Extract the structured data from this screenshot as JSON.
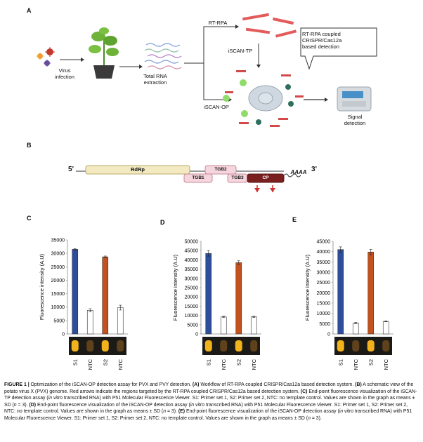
{
  "panel_a": {
    "letter": "A",
    "virus_infection": "Virus\ninfection",
    "total_rna": "Total RNA\nextraction",
    "rt_rpa": "RT-RPA",
    "iscan_tp": "iSCAN-TP",
    "iscan_op": "iSCAN-OP",
    "callout": "RT-RPA coupled\nCRISPR/Cas12a\nbased detection",
    "signal_detection": "Signal\ndetection"
  },
  "panel_b": {
    "letter": "B",
    "five_prime": "5'",
    "three_prime": "3'",
    "poly_a": "AAAA",
    "genes": {
      "rdrp": "RdRp",
      "tgb1": "TGB1",
      "tgb2": "TGB2",
      "tgb3": "TGB3",
      "cp": "CP"
    }
  },
  "chart_data": [
    {
      "panel": "C",
      "type": "bar",
      "ylabel": "Fluorescence intensity (A.U)",
      "ylim": [
        0,
        35000
      ],
      "yticks": [
        0,
        5000,
        10000,
        15000,
        20000,
        25000,
        30000,
        35000
      ],
      "categories": [
        "S1",
        "NTC",
        "S2",
        "NTC"
      ],
      "values": [
        31500,
        8800,
        28700,
        9800
      ],
      "errors": [
        300,
        600,
        300,
        900
      ],
      "colors": [
        "#2e4e9c",
        "#ffffff",
        "#c4521e",
        "#ffffff"
      ]
    },
    {
      "panel": "D",
      "type": "bar",
      "ylabel": "Fluorescence intensity (A.U)",
      "ylim": [
        0,
        50000
      ],
      "yticks": [
        0,
        5000,
        10000,
        15000,
        20000,
        25000,
        30000,
        35000,
        40000,
        45000,
        50000
      ],
      "categories": [
        "S1",
        "NTC",
        "S2",
        "NTC"
      ],
      "values": [
        43500,
        9200,
        38500,
        9300
      ],
      "errors": [
        1500,
        400,
        1000,
        400
      ],
      "colors": [
        "#2e4e9c",
        "#ffffff",
        "#c4521e",
        "#ffffff"
      ]
    },
    {
      "panel": "E",
      "type": "bar",
      "ylabel": "Fluorescence intensity (A.U)",
      "ylim": [
        0,
        45000
      ],
      "yticks": [
        0,
        5000,
        10000,
        15000,
        20000,
        25000,
        30000,
        35000,
        40000,
        45000
      ],
      "categories": [
        "S1",
        "NTC",
        "S2",
        "NTC"
      ],
      "values": [
        41000,
        5300,
        39800,
        6100
      ],
      "errors": [
        1300,
        300,
        1300,
        200
      ],
      "colors": [
        "#2e4e9c",
        "#ffffff",
        "#c4521e",
        "#ffffff"
      ]
    }
  ],
  "caption": {
    "fig": "FIGURE 1 |",
    "intro": " Optimization of the iSCAN-OP detection assay for PVX and PVY detection. ",
    "a_l": "(A)",
    "a": " Workflow of RT-RPA coupled CRISPR/Cas12a based detection system. ",
    "b_l": "(B)",
    "b": " A schematic view of the potato virus X (PVX) genome. Red arrows indicate the regions targeted by the RT-RPA coupled CRISPR/Cas12a based detection system. ",
    "c_l": "(C)",
    "c1": " End-point fluorescence visualization of the iSCAN-TP detection assay (",
    "invitro": "in vitro",
    "c2": " transcribed RNA) with P51 Molecular Fluorescence Viewer. S1: Primer set 1, S2: Primer set 2, NTC: no template control. Values are shown in the graph as means ± SD (",
    "n": "n",
    "n3": " = 3). ",
    "d_l": "(D)",
    "d1": " End-point fluorescence visualization of the iSCAN-OP detection assay (",
    "d2": " transcribed RNA) with P51 Molecular Fluorescence Viewer. S1: Primer set 1, S2: Primer set 2, NTC: no template control. Values are shown in the graph as means ± SD (",
    "e_l": "(E)",
    "e1": " End-point fluorescence visualization of the iSCAN-OP detection assay (",
    "e2": " transcribed RNA) with P51 Molecular Fluorescence Viewer. S1: Primer set 1, S2: Primer set 2, NTC: no template control. Values are shown in the graph as means ± SD (",
    "end": " = 3)."
  }
}
